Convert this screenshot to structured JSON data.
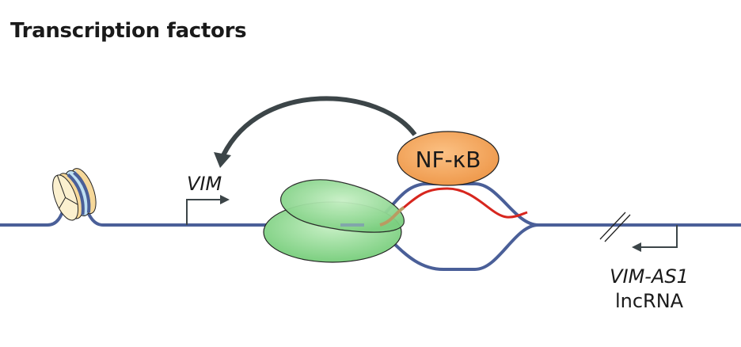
{
  "title": "Transcription factors",
  "labels": {
    "gene": "VIM",
    "transcription_factor": "NF-κB",
    "antisense_gene": "VIM-AS1",
    "antisense_type": "lncRNA"
  },
  "colors": {
    "dna": "#4a5f98",
    "rna": "#d7261e",
    "arrow": "#3c4548",
    "nfkb_fill": "#f3a25a",
    "polymerase_fill": "#8fd690",
    "histone_light": "#fbf0cf",
    "histone_tan": "#f6d89a",
    "histone_blue": "#bfe0f2"
  },
  "icons": {
    "nucleosome": "nucleosome-icon",
    "promoter_arrow": "transcription-start-arrow-icon",
    "activation_arrow": "curved-arrow-icon",
    "break_mark": "sequence-break-icon"
  }
}
